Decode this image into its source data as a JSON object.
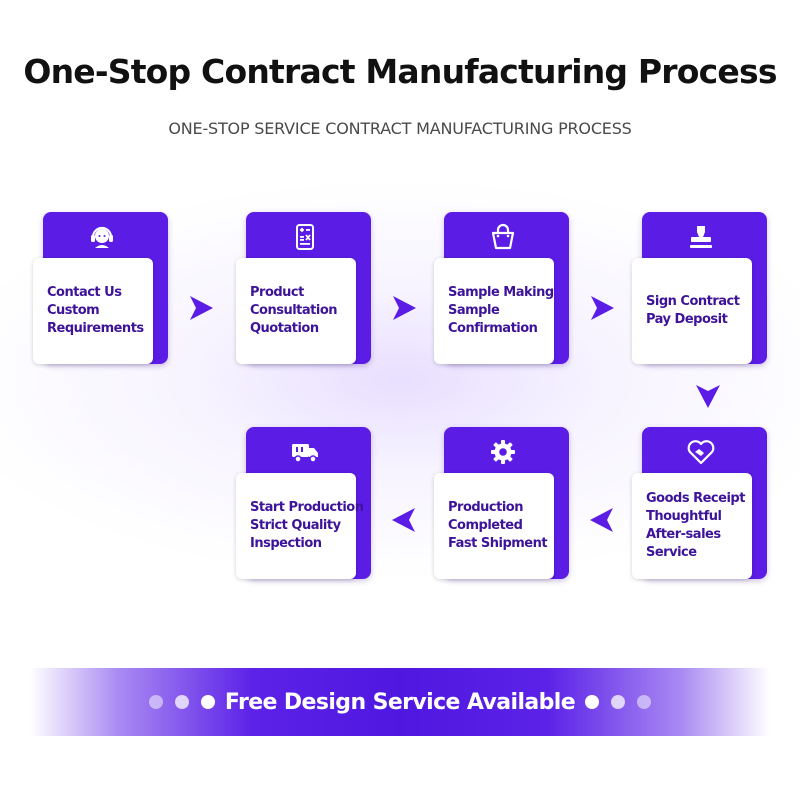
{
  "header": {
    "title": "One-Stop Contract Manufacturing Process",
    "subtitle": "ONE-STOP SERVICE CONTRACT MANUFACTURING PROCESS"
  },
  "colors": {
    "accent": "#5b1ce6",
    "card_text": "#3d1399",
    "arrow": "#5b1ce6"
  },
  "steps": [
    {
      "icon": "headset-support-icon",
      "lines": [
        "Contact Us",
        "Custom",
        "Requirements"
      ]
    },
    {
      "icon": "calculator-icon",
      "lines": [
        "Product",
        "Consultation",
        "Quotation"
      ]
    },
    {
      "icon": "shopping-bag-icon",
      "lines": [
        "Sample Making",
        "Sample",
        "Confirmation"
      ]
    },
    {
      "icon": "stamp-icon",
      "lines": [
        "Sign Contract",
        "Pay Deposit"
      ]
    },
    {
      "icon": "handshake-heart-icon",
      "lines": [
        "Goods Receipt",
        "Thoughtful",
        "After-sales",
        "Service"
      ]
    },
    {
      "icon": "gear-icon",
      "lines": [
        "Production",
        "Completed",
        "Fast Shipment"
      ]
    },
    {
      "icon": "delivery-truck-icon",
      "lines": [
        "Start Production",
        "Strict Quality",
        "Inspection"
      ]
    }
  ],
  "banner": {
    "text": "Free Design Service Available"
  }
}
